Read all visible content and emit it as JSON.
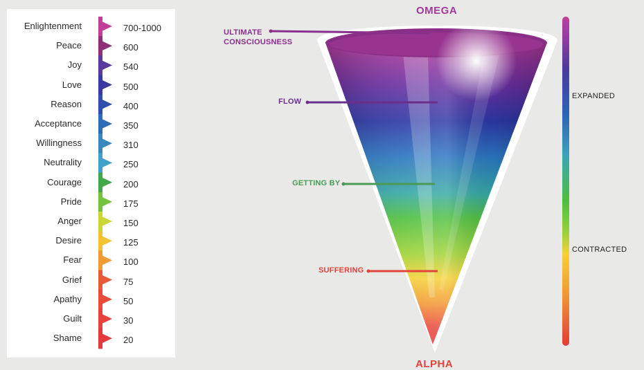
{
  "scale": {
    "levels": [
      {
        "label": "Enlightenment",
        "value": "700-1000",
        "color": "#c13f9b"
      },
      {
        "label": "Peace",
        "value": "600",
        "color": "#8e2f78"
      },
      {
        "label": "Joy",
        "value": "540",
        "color": "#5a3a9c"
      },
      {
        "label": "Love",
        "value": "500",
        "color": "#3a3aa0"
      },
      {
        "label": "Reason",
        "value": "400",
        "color": "#2e4fab"
      },
      {
        "label": "Acceptance",
        "value": "350",
        "color": "#2f6cb6"
      },
      {
        "label": "Willingness",
        "value": "310",
        "color": "#3a87be"
      },
      {
        "label": "Neutrality",
        "value": "250",
        "color": "#41a2c9"
      },
      {
        "label": "Courage",
        "value": "200",
        "color": "#43a848"
      },
      {
        "label": "Pride",
        "value": "175",
        "color": "#76c23c"
      },
      {
        "label": "Anger",
        "value": "150",
        "color": "#c9d633"
      },
      {
        "label": "Desire",
        "value": "125",
        "color": "#f2c230"
      },
      {
        "label": "Fear",
        "value": "100",
        "color": "#f29a34"
      },
      {
        "label": "Grief",
        "value": "75",
        "color": "#ea5a3a"
      },
      {
        "label": "Apathy",
        "value": "50",
        "color": "#e84b3c"
      },
      {
        "label": "Guilt",
        "value": "30",
        "color": "#e6433c"
      },
      {
        "label": "Shame",
        "value": "20",
        "color": "#e23b3b"
      }
    ]
  },
  "cone": {
    "top_label": "OMEGA",
    "bottom_label": "ALPHA",
    "annotations": [
      {
        "lines": [
          "ULTIMATE",
          "CONSCIOUSNESS"
        ],
        "color": "#8a2f8c"
      },
      {
        "lines": [
          "FLOW"
        ],
        "color": "#6a2f8a"
      },
      {
        "lines": [
          "GETTING BY"
        ],
        "color": "#4a9a56"
      },
      {
        "lines": [
          "SUFFERING"
        ],
        "color": "#e0443a"
      }
    ]
  },
  "spectrum_bar": {
    "upper_label": "EXPANDED",
    "lower_label": "CONTRACTED"
  }
}
